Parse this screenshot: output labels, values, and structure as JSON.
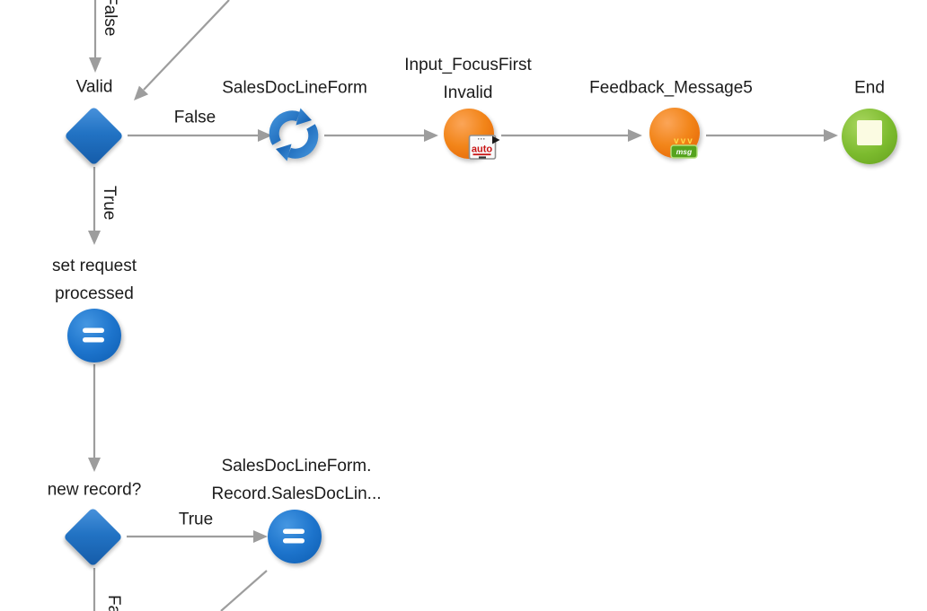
{
  "colors": {
    "connector": "#9d9d9d",
    "text": "#1b1b1b",
    "node_blue": "#2273c4",
    "action_orange": "#f28519",
    "end_green": "#7cbb2e",
    "auto_red": "#c81414",
    "badge_green": "#55a31e"
  },
  "nodes": {
    "valid": {
      "type": "if-diamond",
      "label": "Valid"
    },
    "sales_doc_line_form": {
      "type": "refresh-data",
      "label": "SalesDocLineForm"
    },
    "input_focus_first_invalid": {
      "type": "run-action",
      "label_line1": "Input_FocusFirst",
      "label_line2": "Invalid",
      "badge_dots": "···",
      "badge_text": "auto"
    },
    "feedback_message5": {
      "type": "run-action",
      "label": "Feedback_Message5",
      "badge_marks": "vvv",
      "badge_text": "msg"
    },
    "end": {
      "type": "end",
      "label": "End"
    },
    "set_request_processed": {
      "type": "assign",
      "label_line1": "set request",
      "label_line2": "processed"
    },
    "new_record": {
      "type": "if-diamond",
      "label": "new record?"
    },
    "assign_record": {
      "type": "assign",
      "label_line1": "SalesDocLineForm.",
      "label_line2": "Record.SalesDocLin..."
    }
  },
  "edge_labels": {
    "incoming_false": "False",
    "valid_false": "False",
    "valid_true": "True",
    "new_record_true": "True",
    "new_record_false": "False"
  }
}
